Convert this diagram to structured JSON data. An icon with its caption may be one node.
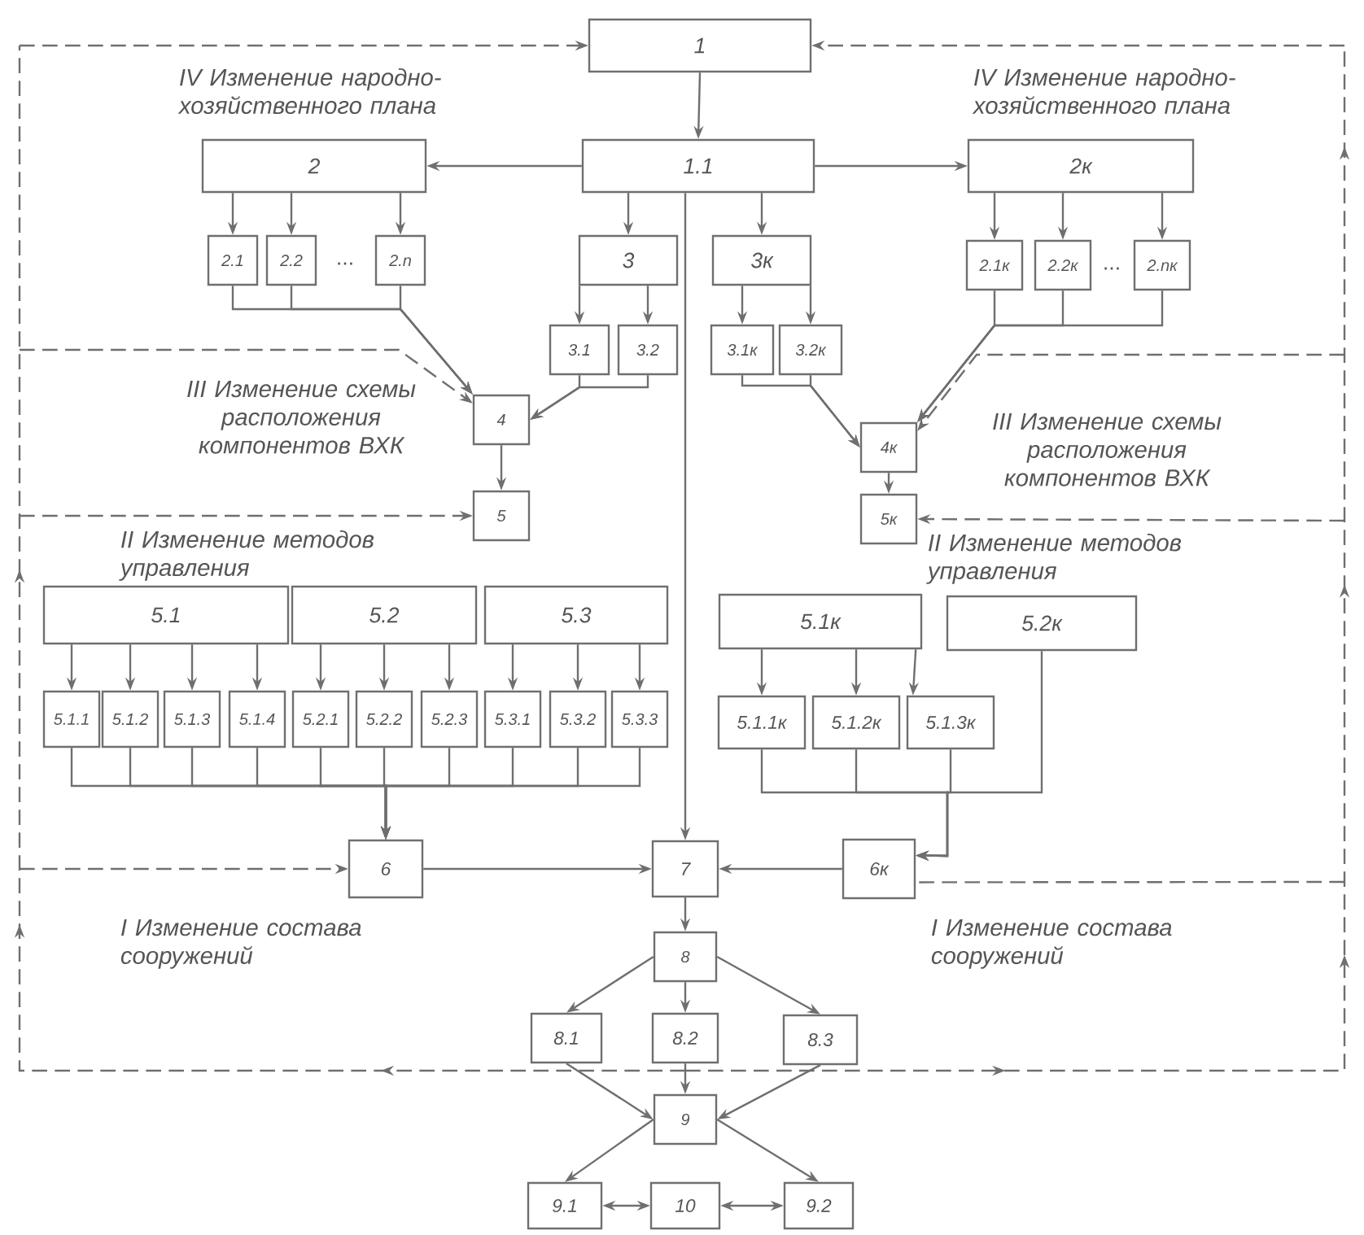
{
  "diagram": {
    "nodes": [
      {
        "text": [
          "1"
        ]
      },
      {
        "text": [
          "1.1"
        ]
      },
      {
        "text": [
          "2"
        ]
      },
      {
        "text": [
          "2.1"
        ]
      },
      {
        "text": [
          "2.2"
        ]
      },
      {
        "text": [
          "2.n"
        ]
      },
      {
        "text": [
          "3"
        ]
      },
      {
        "text": [
          "3.1"
        ]
      },
      {
        "text": [
          "3.2"
        ]
      },
      {
        "text": [
          "3к"
        ]
      },
      {
        "text": [
          "3.1к"
        ]
      },
      {
        "text": [
          "3.2к"
        ]
      },
      {
        "text": [
          "2к"
        ]
      },
      {
        "text": [
          "2.1к"
        ]
      },
      {
        "text": [
          "2.2к"
        ]
      },
      {
        "text": [
          "2.nк"
        ]
      },
      {
        "text": [
          "4"
        ]
      },
      {
        "text": [
          "4к"
        ]
      },
      {
        "text": [
          "5"
        ]
      },
      {
        "text": [
          "5к"
        ]
      },
      {
        "text": [
          "5.1"
        ]
      },
      {
        "text": [
          "5.2"
        ]
      },
      {
        "text": [
          "5.3"
        ]
      },
      {
        "text": [
          "5.1.1"
        ]
      },
      {
        "text": [
          "5.1.2"
        ]
      },
      {
        "text": [
          "5.1.3"
        ]
      },
      {
        "text": [
          "5.1.4"
        ]
      },
      {
        "text": [
          "5.2.1"
        ]
      },
      {
        "text": [
          "5.2.2"
        ]
      },
      {
        "text": [
          "5.2.3"
        ]
      },
      {
        "text": [
          "5.3.1"
        ]
      },
      {
        "text": [
          "5.3.2"
        ]
      },
      {
        "text": [
          "5.3.3"
        ]
      },
      {
        "text": [
          "5.1к"
        ]
      },
      {
        "text": [
          "5.2к"
        ]
      },
      {
        "text": [
          "5.1.1к"
        ]
      },
      {
        "text": [
          "5.1.2к"
        ]
      },
      {
        "text": [
          "5.1.3к"
        ]
      },
      {
        "text": [
          "6"
        ]
      },
      {
        "text": [
          "7"
        ]
      },
      {
        "text": [
          "6к"
        ]
      },
      {
        "text": [
          "8"
        ]
      },
      {
        "text": [
          "8.1"
        ]
      },
      {
        "text": [
          "8.2"
        ]
      },
      {
        "text": [
          "8.3"
        ]
      },
      {
        "text": [
          "9"
        ]
      },
      {
        "text": [
          "9.1"
        ]
      },
      {
        "text": [
          "10"
        ]
      },
      {
        "text": [
          "9.2"
        ]
      }
    ],
    "edges": [
      {
        "from": 0,
        "to": 1,
        "arrow": "to"
      },
      {
        "from": 1,
        "to": 2,
        "arrow": "to"
      },
      {
        "from": 1,
        "to": 12,
        "arrow": "to"
      },
      {
        "from": 1,
        "to": 6,
        "arrow": "to"
      },
      {
        "from": 1,
        "to": 9,
        "arrow": "to"
      },
      {
        "from": 1,
        "to": 39,
        "arrow": "to"
      },
      {
        "from": 2,
        "to": 3,
        "arrow": "to"
      },
      {
        "from": 2,
        "to": 4,
        "arrow": "to"
      },
      {
        "from": 2,
        "to": 5,
        "arrow": "to"
      },
      {
        "from": 3,
        "to": 16,
        "arrow": "to"
      },
      {
        "from": 4,
        "to": 16,
        "arrow": "to"
      },
      {
        "from": 5,
        "to": 16,
        "arrow": "to"
      },
      {
        "from": 6,
        "to": 7,
        "arrow": "to"
      },
      {
        "from": 6,
        "to": 8,
        "arrow": "to"
      },
      {
        "from": 7,
        "to": 16,
        "arrow": "to"
      },
      {
        "from": 8,
        "to": 16,
        "arrow": "to"
      },
      {
        "from": 9,
        "to": 10,
        "arrow": "to"
      },
      {
        "from": 9,
        "to": 11,
        "arrow": "to"
      },
      {
        "from": 10,
        "to": 17,
        "arrow": "to"
      },
      {
        "from": 11,
        "to": 17,
        "arrow": "to"
      },
      {
        "from": 12,
        "to": 13,
        "arrow": "to"
      },
      {
        "from": 12,
        "to": 14,
        "arrow": "to"
      },
      {
        "from": 12,
        "to": 15,
        "arrow": "to"
      },
      {
        "from": 13,
        "to": 17,
        "arrow": "to"
      },
      {
        "from": 14,
        "to": 17,
        "arrow": "to"
      },
      {
        "from": 15,
        "to": 17,
        "arrow": "to"
      },
      {
        "from": 16,
        "to": 18,
        "arrow": "to"
      },
      {
        "from": 17,
        "to": 19,
        "arrow": "to"
      },
      {
        "from": 20,
        "to": 23,
        "arrow": "to"
      },
      {
        "from": 20,
        "to": 24,
        "arrow": "to"
      },
      {
        "from": 20,
        "to": 25,
        "arrow": "to"
      },
      {
        "from": 20,
        "to": 26,
        "arrow": "to"
      },
      {
        "from": 21,
        "to": 27,
        "arrow": "to"
      },
      {
        "from": 21,
        "to": 28,
        "arrow": "to"
      },
      {
        "from": 21,
        "to": 29,
        "arrow": "to"
      },
      {
        "from": 22,
        "to": 30,
        "arrow": "to"
      },
      {
        "from": 22,
        "to": 31,
        "arrow": "to"
      },
      {
        "from": 22,
        "to": 32,
        "arrow": "to"
      },
      {
        "from": 23,
        "to": 38,
        "arrow": "to"
      },
      {
        "from": 24,
        "to": 38,
        "arrow": "to"
      },
      {
        "from": 25,
        "to": 38,
        "arrow": "to"
      },
      {
        "from": 26,
        "to": 38,
        "arrow": "to"
      },
      {
        "from": 27,
        "to": 38,
        "arrow": "to"
      },
      {
        "from": 28,
        "to": 38,
        "arrow": "to"
      },
      {
        "from": 29,
        "to": 38,
        "arrow": "to"
      },
      {
        "from": 30,
        "to": 38,
        "arrow": "to"
      },
      {
        "from": 31,
        "to": 38,
        "arrow": "to"
      },
      {
        "from": 32,
        "to": 38,
        "arrow": "to"
      },
      {
        "from": 33,
        "to": 35,
        "arrow": "to"
      },
      {
        "from": 33,
        "to": 36,
        "arrow": "to"
      },
      {
        "from": 33,
        "to": 37,
        "arrow": "to"
      },
      {
        "from": 35,
        "to": 40,
        "arrow": "to"
      },
      {
        "from": 36,
        "to": 40,
        "arrow": "to"
      },
      {
        "from": 37,
        "to": 40,
        "arrow": "to"
      },
      {
        "from": 34,
        "to": 40,
        "arrow": "to"
      },
      {
        "from": 38,
        "to": 39,
        "arrow": "to"
      },
      {
        "from": 40,
        "to": 39,
        "arrow": "to"
      },
      {
        "from": 39,
        "to": 41,
        "arrow": "to"
      },
      {
        "from": 41,
        "to": 42,
        "arrow": "to"
      },
      {
        "from": 41,
        "to": 43,
        "arrow": "to"
      },
      {
        "from": 41,
        "to": 44,
        "arrow": "to"
      },
      {
        "from": 42,
        "to": 45,
        "arrow": "to"
      },
      {
        "from": 43,
        "to": 45,
        "arrow": "to"
      },
      {
        "from": 44,
        "to": 45,
        "arrow": "to"
      },
      {
        "from": 45,
        "to": 46,
        "arrow": "to"
      },
      {
        "from": 45,
        "to": 48,
        "arrow": "to"
      },
      {
        "from": 46,
        "to": 47,
        "arrow": "both"
      },
      {
        "from": 47,
        "to": 48,
        "arrow": "both"
      },
      {
        "from": null,
        "to": 0,
        "arrow": "to",
        "style": "dashed"
      },
      {
        "from": null,
        "to": 0,
        "arrow": "to",
        "style": "dashed"
      },
      {
        "from": null,
        "to": 16,
        "arrow": "to",
        "style": "dashed"
      },
      {
        "from": null,
        "to": 17,
        "arrow": "to",
        "style": "dashed"
      },
      {
        "from": null,
        "to": 18,
        "arrow": "to",
        "style": "dashed"
      },
      {
        "from": null,
        "to": 19,
        "arrow": "to",
        "style": "dashed"
      },
      {
        "from": null,
        "to": 38,
        "arrow": "to",
        "style": "dashed"
      },
      {
        "from": null,
        "to": 40,
        "arrow": "none",
        "style": "dashed"
      }
    ],
    "labels": [
      "IV Изменение народно- хозяйственного плана",
      "IV Изменение народно- хозяйственного плана",
      "...",
      "...",
      "III Изменение схемы расположения компонентов ВХК",
      "III Изменение схемы расположения компонентов ВХК",
      "II Изменение методов управления",
      "II Изменение методов управления",
      "I Изменение состава сооружений",
      "I Изменение состава сооружений"
    ]
  }
}
